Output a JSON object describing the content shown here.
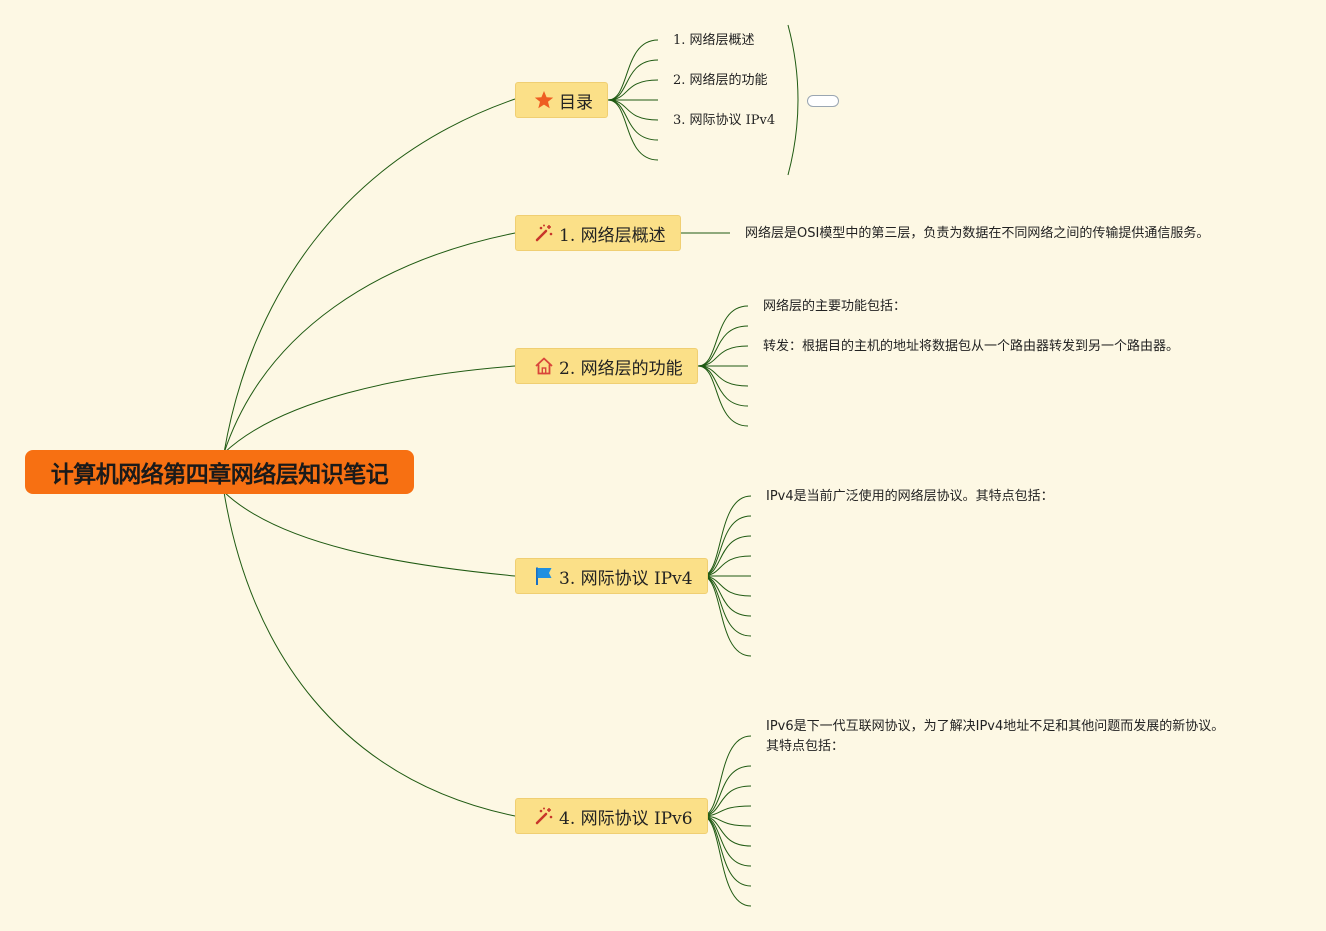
{
  "root": {
    "title": "计算机网络第四章网络层知识笔记"
  },
  "topics": [
    {
      "label": "目录",
      "icon": "star-icon"
    },
    {
      "label": "1. 网络层概述",
      "icon": "magic-wand-icon"
    },
    {
      "label": "2. 网络层的功能",
      "icon": "house-icon"
    },
    {
      "label": "3. 网际协议 IPv4",
      "icon": "flag-icon"
    },
    {
      "label": "4. 网际协议 IPv6",
      "icon": "magic-wand-icon"
    }
  ],
  "toc": {
    "items": [
      "1. 网络层概述",
      "2. 网络层的功能",
      "3. 网际协议 IPv4"
    ]
  },
  "sections": {
    "overview": {
      "text": "网络层是OSI模型中的第三层，负责为数据在不同网络之间的传输提供通信服务。"
    },
    "functions": {
      "intro": "网络层的主要功能包括：",
      "forwarding": "转发：根据目的主机的地址将数据包从一个路由器转发到另一个路由器。"
    },
    "ipv4": {
      "intro": "IPv4是当前广泛使用的网络层协议。其特点包括："
    },
    "ipv6": {
      "intro_line1": "IPv6是下一代互联网协议，为了解决IPv4地址不足和其他问题而发展的新协议。",
      "intro_line2": "其特点包括："
    }
  },
  "colors": {
    "background": "#fdf8e4",
    "root_fill": "#f77012",
    "topic_fill": "#fbe088",
    "branch_line": "#1f5a12"
  }
}
